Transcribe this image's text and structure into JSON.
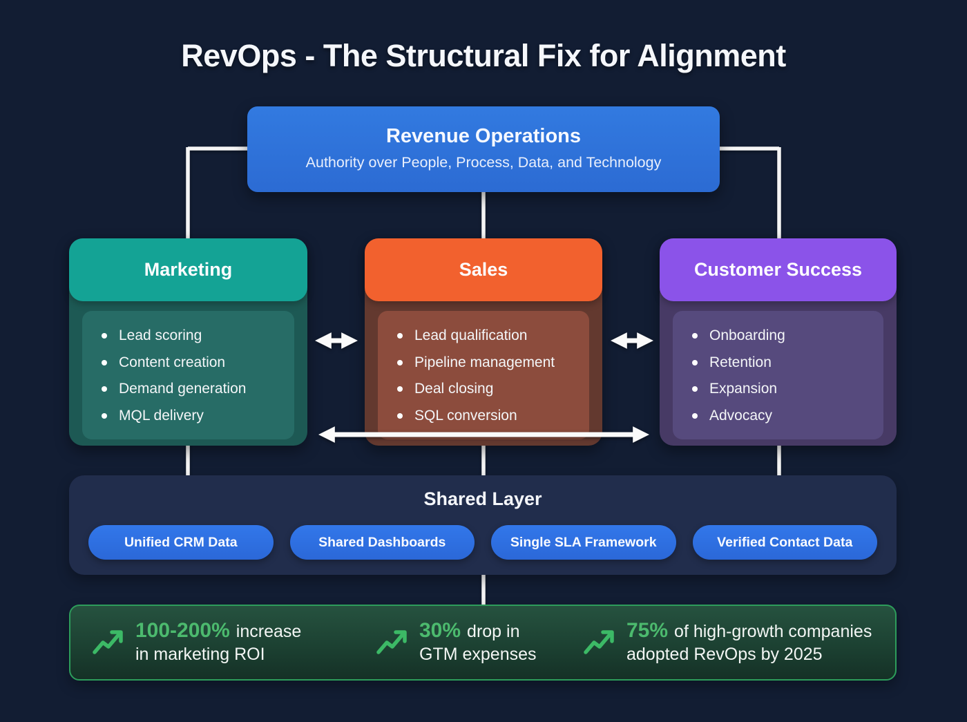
{
  "title": "RevOps - The Structural Fix for Alignment",
  "revops": {
    "title": "Revenue Operations",
    "subtitle": "Authority over People, Process, Data, and Technology",
    "color": "#2f72da"
  },
  "departments": [
    {
      "name": "Marketing",
      "header_color": "#14a395",
      "items": [
        "Lead scoring",
        "Content creation",
        "Demand generation",
        "MQL delivery"
      ]
    },
    {
      "name": "Sales",
      "header_color": "#f2612e",
      "items": [
        "Lead qualification",
        "Pipeline management",
        "Deal closing",
        "SQL conversion"
      ]
    },
    {
      "name": "Customer Success",
      "header_color": "#8b53e9",
      "items": [
        "Onboarding",
        "Retention",
        "Expansion",
        "Advocacy"
      ]
    }
  ],
  "shared_layer": {
    "title": "Shared Layer",
    "pills": [
      "Unified CRM Data",
      "Shared Dashboards",
      "Single SLA Framework",
      "Verified Contact Data"
    ],
    "pill_color": "#2e6fe3"
  },
  "stats": [
    {
      "icon": "trend-up-icon",
      "value": "100-200%",
      "line1": "increase",
      "line2": "in marketing ROI"
    },
    {
      "icon": "trend-up-icon",
      "value": "30%",
      "line1": "drop in",
      "line2": "GTM expenses"
    },
    {
      "icon": "trend-up-icon",
      "value": "75%",
      "line1": "of high-growth companies",
      "line2": "adopted RevOps by 2025"
    }
  ],
  "colors": {
    "background": "#121d33",
    "connector_line": "#f5f5f5",
    "stats_border": "#2d9d5b",
    "stats_accent": "#4cba6e",
    "trend_icon_green": "#3cb966"
  }
}
